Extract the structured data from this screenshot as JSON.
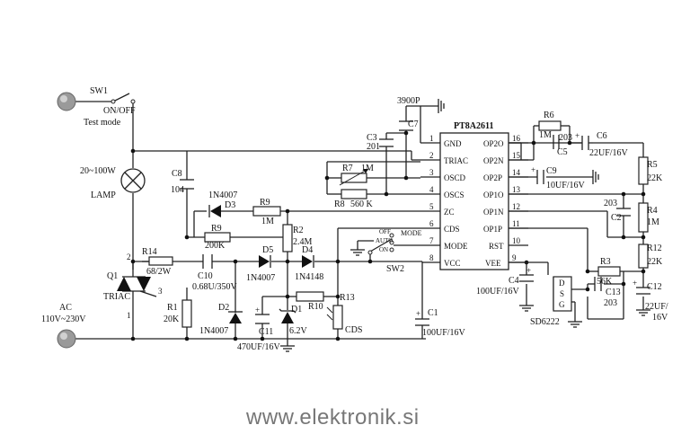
{
  "ic": {
    "name": "PT8A2611",
    "left_pins": [
      {
        "num": "1",
        "name": "GND"
      },
      {
        "num": "2",
        "name": "TRIAC"
      },
      {
        "num": "3",
        "name": "OSCD"
      },
      {
        "num": "4",
        "name": "OSCS"
      },
      {
        "num": "5",
        "name": "ZC"
      },
      {
        "num": "6",
        "name": "CDS"
      },
      {
        "num": "7",
        "name": "MODE"
      },
      {
        "num": "8",
        "name": "VCC"
      }
    ],
    "right_pins": [
      {
        "num": "16",
        "name": "OP2O"
      },
      {
        "num": "15",
        "name": "OP2N"
      },
      {
        "num": "14",
        "name": "OP2P"
      },
      {
        "num": "13",
        "name": "OP1O"
      },
      {
        "num": "12",
        "name": "OP1N"
      },
      {
        "num": "11",
        "name": "OP1P"
      },
      {
        "num": "10",
        "name": "RST"
      },
      {
        "num": "9",
        "name": "VEE"
      }
    ]
  },
  "labels": {
    "sw1": "SW1",
    "sw1_desc1": "ON/OFF",
    "sw1_desc2": "Test mode",
    "lamp_power": "20~100W",
    "lamp": "LAMP",
    "c8": "C8",
    "c8_val": "104",
    "q1": "Q1",
    "triac": "TRIAC",
    "q1_pin1": "1",
    "q1_pin2": "2",
    "q1_pin3": "3",
    "ac": "AC",
    "ac_val": "110V~230V",
    "r14": "R14",
    "r14_val": "68/2W",
    "r1": "R1",
    "r1_val": "20K",
    "c10": "C10",
    "c10_val": "0.68U/350V",
    "d3_part": "1N4007",
    "d3": "D3",
    "r9a": "R9",
    "r9a_val": "1M",
    "r9b": "R9",
    "r9b_val": "200K",
    "d5": "D5",
    "d5_val": "1N4007",
    "r2": "R2",
    "r2_val": "2.4M",
    "d4": "D4",
    "d4_val": "1N4148",
    "d2": "D2",
    "d2_val": "1N4007",
    "c11": "C11",
    "c11_val": "470UF/16V",
    "d1": "D1",
    "d1_val": "6.2V",
    "r10": "R10",
    "r13": "R13",
    "cds": "CDS",
    "c1": "C1",
    "c1_val": "100UF/16V",
    "c3": "C3",
    "c3_val": "201",
    "c7": "C7",
    "c7_val": "3900P",
    "r7": "R7",
    "r7_val": "1M",
    "r8": "R8",
    "r8_val": "560 K",
    "sw2": "SW2",
    "sw_off": "OFF",
    "sw_auto": "AUTO",
    "sw_on": "ON",
    "sw_mode": "MODE",
    "r6": "R6",
    "r6_val": "1M",
    "c5": "C5",
    "c5_val": "203",
    "c6": "C6",
    "c6_val": "22UF/16V",
    "c9": "C9",
    "c9_val": "10UF/16V",
    "r5": "R5",
    "r5_val": "22K",
    "c2": "C2",
    "c2_val": "203",
    "r4": "R4",
    "r4_val": "1M",
    "r12": "R12",
    "r12_val": "22K",
    "c4": "C4",
    "c4_val": "100UF/16V",
    "r3": "R3",
    "r3_val": "56K",
    "c13": "C13",
    "c13_val": "203",
    "sd": "SD6222",
    "sd_d": "D",
    "sd_s": "S",
    "sd_g": "G",
    "c12": "C12",
    "c12_val": "22UF/",
    "c12_val2": "16V"
  },
  "watermark": "www.elektronik.si"
}
